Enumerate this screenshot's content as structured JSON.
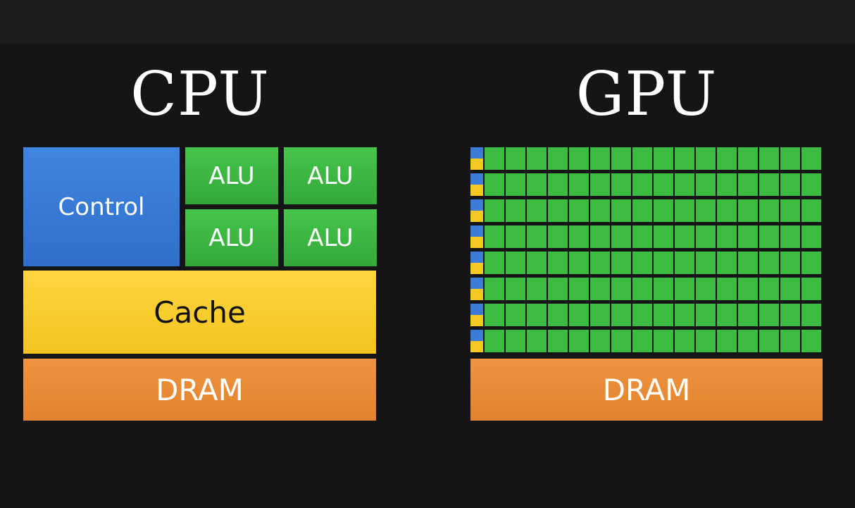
{
  "cpu": {
    "title": "CPU",
    "control": "Control",
    "alus": [
      "ALU",
      "ALU",
      "ALU",
      "ALU"
    ],
    "cache": "Cache",
    "dram": "DRAM"
  },
  "gpu": {
    "title": "GPU",
    "dram": "DRAM",
    "rows": 8,
    "alus_per_row": 16
  },
  "colors": {
    "background": "#151517",
    "control": "#3578d6",
    "alu": "#3bbb40",
    "cache": "#f6c823",
    "dram": "#e98a35",
    "text": "#ffffff"
  }
}
